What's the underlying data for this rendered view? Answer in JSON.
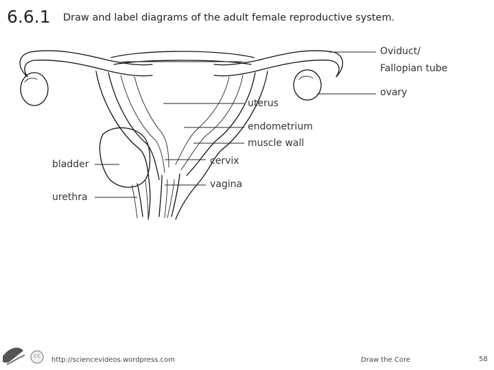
{
  "slide": {
    "number": "6.6.1",
    "title": "Draw and label diagrams of the adult female reproductive system.",
    "page": "58"
  },
  "labels": {
    "oviduct_line1": "Oviduct/",
    "oviduct_line2": "Fallopian tube",
    "ovary": "ovary",
    "uterus": "uterus",
    "endometrium": "endometrium",
    "muscle_wall": "muscle wall",
    "cervix": "cervix",
    "bladder": "bladder",
    "vagina": "vagina",
    "urethra": "urethra"
  },
  "footer": {
    "cc": "cc",
    "url": "http://sciencevideos.wordpress.com",
    "brand": "Draw the Core"
  }
}
